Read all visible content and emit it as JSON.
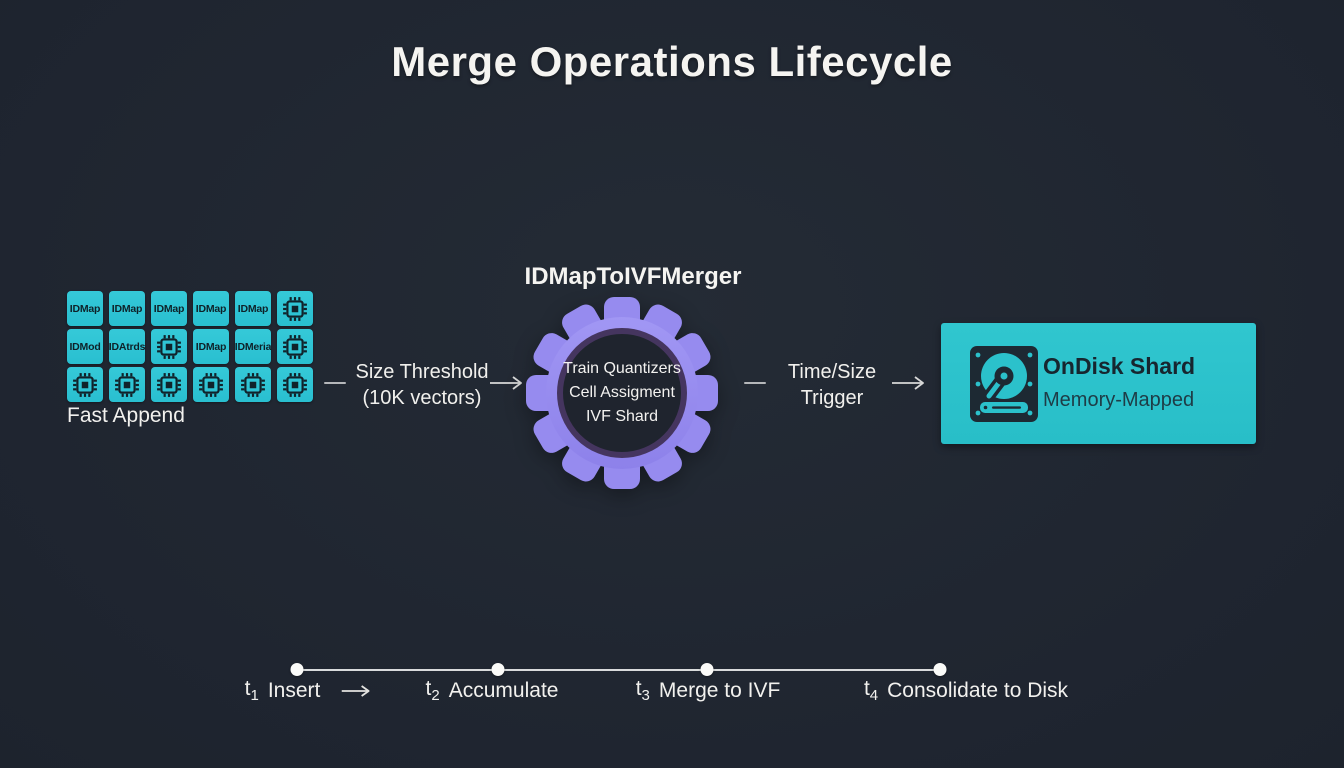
{
  "title": "Merge Operations Lifecycle",
  "colors": {
    "background": "#212831",
    "tile_cyan": "#2ec3d3",
    "gear_purple": "#968bef",
    "gear_ring": "#45355f",
    "gear_center": "#1f242e",
    "box_cyan": "#2bc1cb",
    "dark_text": "#17262f",
    "white_text": "#f2f2ef",
    "arrow": "#d8d8d8"
  },
  "fast_append": {
    "label": "Fast Append",
    "cells": [
      {
        "type": "text",
        "label": "IDMap"
      },
      {
        "type": "text",
        "label": "IDMap"
      },
      {
        "type": "text",
        "label": "IDMap"
      },
      {
        "type": "text",
        "label": "IDMap"
      },
      {
        "type": "text",
        "label": "IDMap"
      },
      {
        "type": "chip-icon"
      },
      {
        "type": "text",
        "label": "IDMod"
      },
      {
        "type": "text",
        "label": "IDAtrds"
      },
      {
        "type": "chip-icon"
      },
      {
        "type": "text",
        "label": "IDMap"
      },
      {
        "type": "text",
        "label": "IDMeria"
      },
      {
        "type": "chip-icon"
      },
      {
        "type": "chip-icon"
      },
      {
        "type": "chip-icon"
      },
      {
        "type": "chip-icon"
      },
      {
        "type": "chip-icon"
      },
      {
        "type": "chip-icon"
      },
      {
        "type": "chip-icon"
      }
    ]
  },
  "flow": {
    "size_threshold": {
      "line1": "Size Threshold",
      "line2": "(10K vectors)"
    },
    "merger": {
      "title": "IDMapToIVFMerger",
      "steps": [
        "Train Quantizers",
        "Cell Assigment",
        "IVF Shard"
      ]
    },
    "trigger": {
      "line1": "Time/Size",
      "line2": "Trigger"
    },
    "ondisk": {
      "title": "OnDisk Shard",
      "subtitle": "Memory-Mapped"
    }
  },
  "timeline": {
    "items": [
      {
        "t": "t",
        "sub": "1",
        "label": "Insert",
        "arrow_after": true
      },
      {
        "t": "t",
        "sub": "2",
        "label": "Accumulate",
        "arrow_after": false
      },
      {
        "t": "t",
        "sub": "3",
        "label": "Merge to IVF",
        "arrow_after": false
      },
      {
        "t": "t",
        "sub": "4",
        "label": "Consolidate to Disk",
        "arrow_after": false
      }
    ]
  }
}
